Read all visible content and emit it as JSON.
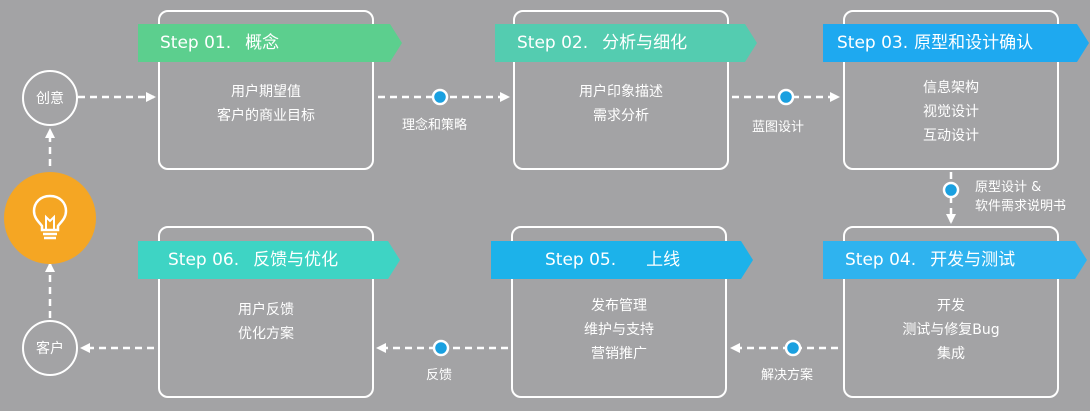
{
  "nodes": {
    "idea": "创意",
    "customer": "客户",
    "bulb_icon": "lightbulb-icon"
  },
  "steps": [
    {
      "num": "Step 01.",
      "title": "概念",
      "items": [
        "用户期望值",
        "客户的商业目标"
      ],
      "color": "#5ccf8e"
    },
    {
      "num": "Step 02.",
      "title": "分析与细化",
      "items": [
        "用户印象描述",
        "需求分析"
      ],
      "color": "#54ccb0"
    },
    {
      "num": "Step 03.",
      "title": "原型和设计确认",
      "items": [
        "信息架构",
        "视觉设计",
        "互动设计"
      ],
      "color": "#1ea9f0"
    },
    {
      "num": "Step 04.",
      "title": "开发与测试",
      "items": [
        "开发",
        "测试与修复Bug",
        "集成"
      ],
      "color": "#2fb3ef"
    },
    {
      "num": "Step 05.",
      "title": "上线",
      "items": [
        "发布管理",
        "维护与支持",
        "营销推广"
      ],
      "color": "#1cb2ea"
    },
    {
      "num": "Step 06.",
      "title": "反馈与优化",
      "items": [
        "用户反馈",
        "优化方案"
      ],
      "color": "#3ed4c4"
    }
  ],
  "connectors": {
    "c12": "理念和策略",
    "c23": "蓝图设计",
    "c34_line1": "原型设计 &",
    "c34_line2": "软件需求说明书",
    "c45": "解决方案",
    "c56": "反馈"
  },
  "colors": {
    "background": "#a3a3a5",
    "dot": "#1aa0e0",
    "bulb": "#f5a623"
  }
}
